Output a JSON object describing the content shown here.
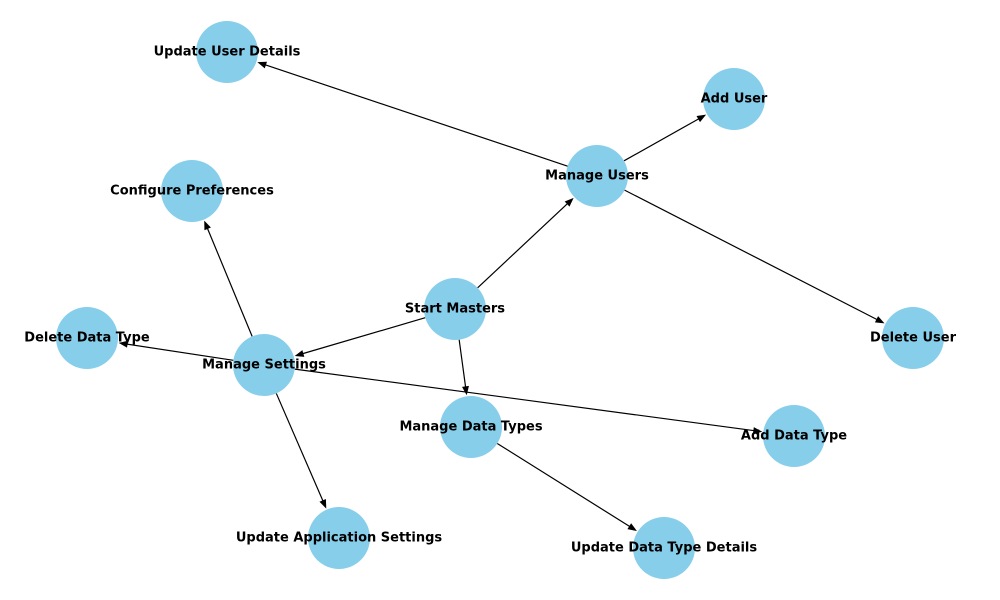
{
  "colors": {
    "node_fill": "#87ceeb",
    "edge": "#000000",
    "label": "#000000",
    "background": "#ffffff"
  },
  "nodes": [
    {
      "id": "start_masters",
      "label": "Start Masters"
    },
    {
      "id": "manage_users",
      "label": "Manage Users"
    },
    {
      "id": "manage_settings",
      "label": "Manage Settings"
    },
    {
      "id": "manage_data_types",
      "label": "Manage Data Types"
    },
    {
      "id": "update_user_details",
      "label": "Update User Details"
    },
    {
      "id": "add_user",
      "label": "Add User"
    },
    {
      "id": "delete_user",
      "label": "Delete User"
    },
    {
      "id": "configure_preferences",
      "label": "Configure Preferences"
    },
    {
      "id": "update_application_settings",
      "label": "Update Application Settings"
    },
    {
      "id": "delete_data_type",
      "label": "Delete Data Type"
    },
    {
      "id": "add_data_type",
      "label": "Add Data Type"
    },
    {
      "id": "update_data_type_details",
      "label": "Update Data Type Details"
    }
  ],
  "edges": [
    {
      "from": "start_masters",
      "to": "manage_users"
    },
    {
      "from": "start_masters",
      "to": "manage_settings"
    },
    {
      "from": "start_masters",
      "to": "manage_data_types"
    },
    {
      "from": "manage_users",
      "to": "update_user_details"
    },
    {
      "from": "manage_users",
      "to": "add_user"
    },
    {
      "from": "manage_users",
      "to": "delete_user"
    },
    {
      "from": "manage_settings",
      "to": "configure_preferences"
    },
    {
      "from": "manage_settings",
      "to": "update_application_settings"
    },
    {
      "from": "manage_settings",
      "to": "delete_data_type"
    },
    {
      "from": "manage_settings",
      "to": "add_data_type"
    },
    {
      "from": "manage_data_types",
      "to": "update_data_type_details"
    }
  ]
}
